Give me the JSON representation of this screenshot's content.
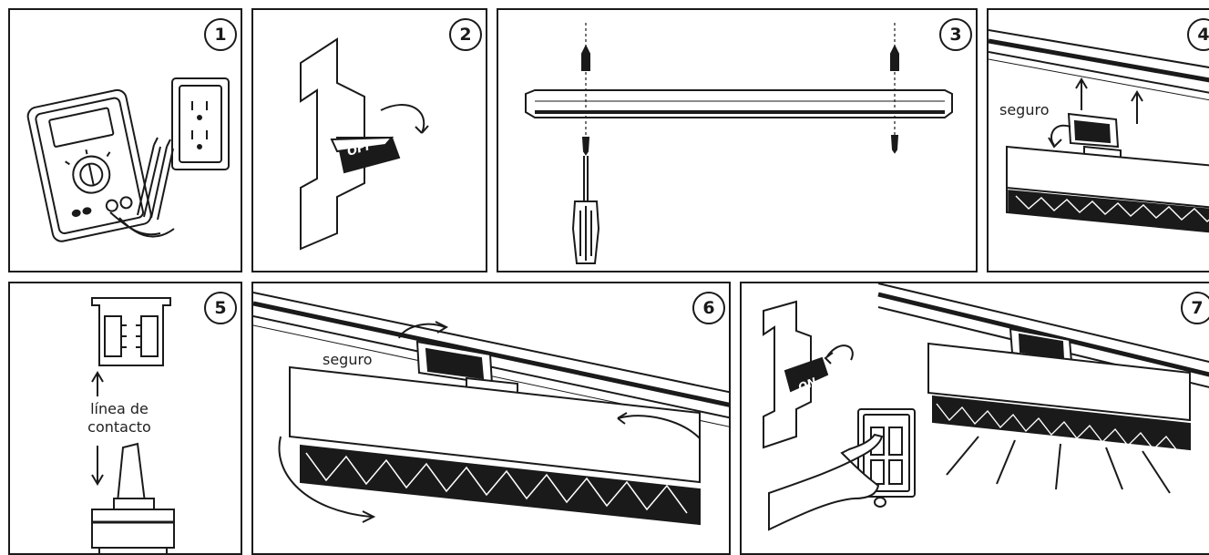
{
  "steps": [
    {
      "number": "1"
    },
    {
      "number": "2",
      "switch_label": "OFF"
    },
    {
      "number": "3"
    },
    {
      "number": "4",
      "label": "seguro"
    },
    {
      "number": "5",
      "label_line1": "línea de",
      "label_line2": "contacto"
    },
    {
      "number": "6",
      "label": "seguro"
    },
    {
      "number": "7",
      "switch_label": "ON"
    }
  ],
  "colors": {
    "line": "#1a1a1a",
    "background": "#ffffff"
  },
  "icons": [
    "multimeter-icon",
    "outlet-icon",
    "switch-off-icon",
    "screwdriver-icon",
    "track-rail-icon",
    "light-fixture-icon",
    "hand-icon",
    "wall-switch-icon",
    "switch-on-icon"
  ]
}
